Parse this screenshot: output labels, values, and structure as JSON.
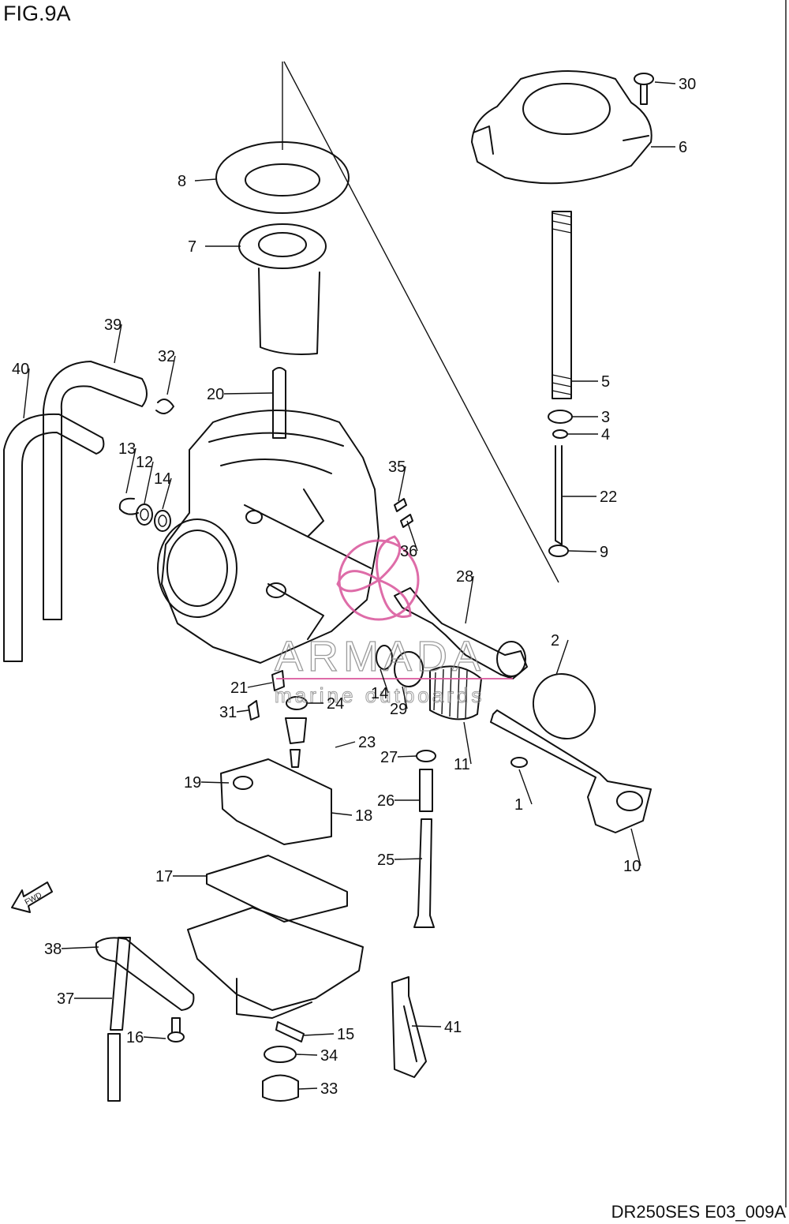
{
  "figure": {
    "title": "FIG.9A",
    "code": "DR250SES E03_009A"
  },
  "direction_arrow": {
    "label": "FWD"
  },
  "watermark": {
    "brand": "ARMADA",
    "tagline": "marine outboards",
    "color": "#d9539a"
  },
  "callouts": [
    {
      "id": "30",
      "label": "30"
    },
    {
      "id": "6",
      "label": "6"
    },
    {
      "id": "8",
      "label": "8"
    },
    {
      "id": "7",
      "label": "7"
    },
    {
      "id": "39",
      "label": "39"
    },
    {
      "id": "40",
      "label": "40"
    },
    {
      "id": "32",
      "label": "32"
    },
    {
      "id": "20",
      "label": "20"
    },
    {
      "id": "5",
      "label": "5"
    },
    {
      "id": "3",
      "label": "3"
    },
    {
      "id": "4",
      "label": "4"
    },
    {
      "id": "13",
      "label": "13"
    },
    {
      "id": "12",
      "label": "12"
    },
    {
      "id": "14a",
      "label": "14"
    },
    {
      "id": "35",
      "label": "35"
    },
    {
      "id": "22",
      "label": "22"
    },
    {
      "id": "36",
      "label": "36"
    },
    {
      "id": "9",
      "label": "9"
    },
    {
      "id": "28",
      "label": "28"
    },
    {
      "id": "2",
      "label": "2"
    },
    {
      "id": "14b",
      "label": "14"
    },
    {
      "id": "21",
      "label": "21"
    },
    {
      "id": "24",
      "label": "24"
    },
    {
      "id": "29",
      "label": "29"
    },
    {
      "id": "31",
      "label": "31"
    },
    {
      "id": "23",
      "label": "23"
    },
    {
      "id": "11",
      "label": "11"
    },
    {
      "id": "27",
      "label": "27"
    },
    {
      "id": "1",
      "label": "1"
    },
    {
      "id": "19",
      "label": "19"
    },
    {
      "id": "26",
      "label": "26"
    },
    {
      "id": "18",
      "label": "18"
    },
    {
      "id": "10",
      "label": "10"
    },
    {
      "id": "25",
      "label": "25"
    },
    {
      "id": "17",
      "label": "17"
    },
    {
      "id": "38",
      "label": "38"
    },
    {
      "id": "37",
      "label": "37"
    },
    {
      "id": "41",
      "label": "41"
    },
    {
      "id": "15",
      "label": "15"
    },
    {
      "id": "16",
      "label": "16"
    },
    {
      "id": "34",
      "label": "34"
    },
    {
      "id": "33",
      "label": "33"
    }
  ]
}
